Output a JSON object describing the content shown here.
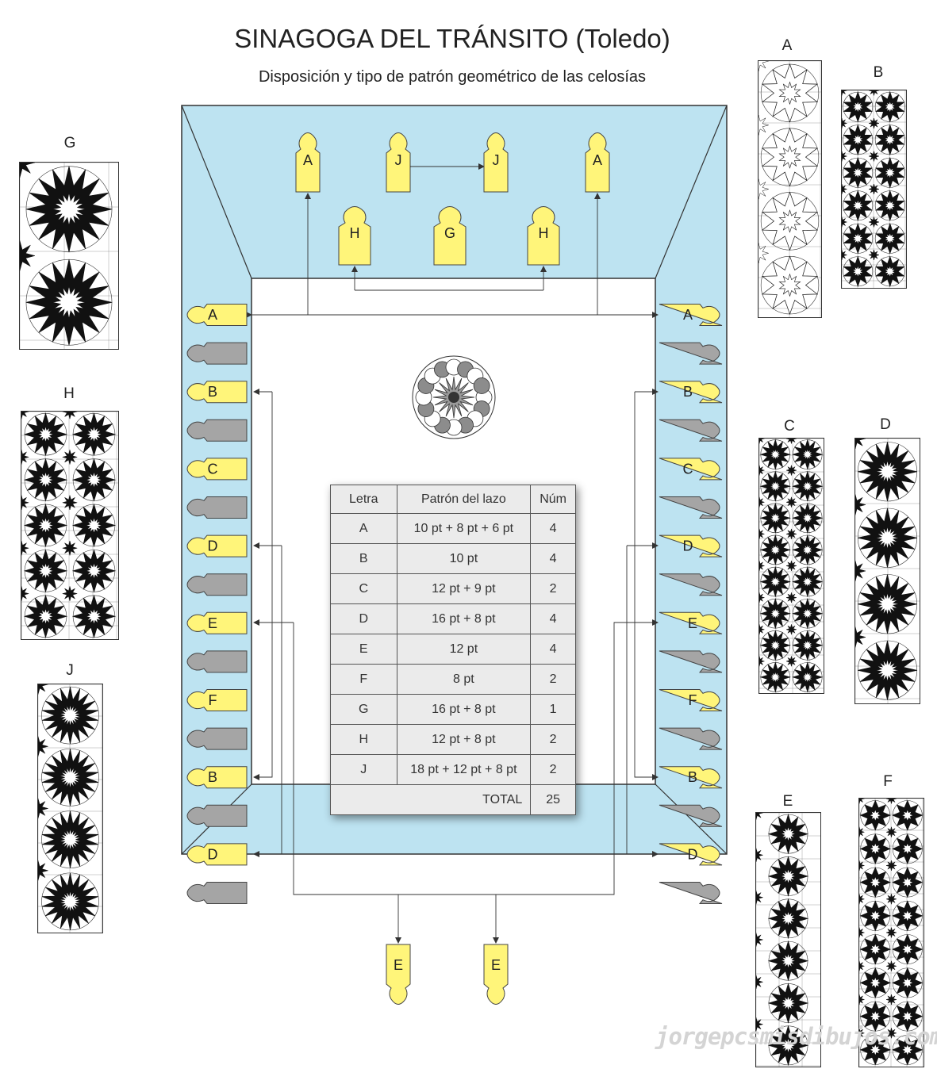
{
  "header": {
    "title": "SINAGOGA DEL TRÁNSITO (Toledo)",
    "subtitle": "Disposición y tipo de patrón geométrico de las celosías"
  },
  "colors": {
    "frame": "#bde3f1",
    "window_active": "#fff57a",
    "window_blank": "#a5a5a5",
    "line": "#333333"
  },
  "plan": {
    "north_top": [
      "A",
      "J",
      "J",
      "A"
    ],
    "north_bottom": [
      "H",
      "G",
      "H"
    ],
    "side_slots": [
      "A",
      "",
      "B",
      "",
      "C",
      "",
      "D",
      "",
      "E",
      "",
      "F",
      "",
      "B",
      "",
      "D",
      ""
    ],
    "south": [
      "E",
      "E"
    ]
  },
  "patterns": [
    {
      "letter": "A",
      "motif": "star-10"
    },
    {
      "letter": "B",
      "motif": "star-10-dense"
    },
    {
      "letter": "C",
      "motif": "star-12"
    },
    {
      "letter": "D",
      "motif": "star-16"
    },
    {
      "letter": "E",
      "motif": "star-12"
    },
    {
      "letter": "F",
      "motif": "star-8"
    },
    {
      "letter": "G",
      "motif": "star-16"
    },
    {
      "letter": "H",
      "motif": "star-12"
    },
    {
      "letter": "J",
      "motif": "star-18"
    }
  ],
  "table": {
    "headers": [
      "Letra",
      "Patrón del lazo",
      "Núm"
    ],
    "rows": [
      [
        "A",
        "10 pt + 8 pt + 6 pt",
        "4"
      ],
      [
        "B",
        "10 pt",
        "4"
      ],
      [
        "C",
        "12 pt + 9 pt",
        "2"
      ],
      [
        "D",
        "16 pt + 8 pt",
        "4"
      ],
      [
        "E",
        "12 pt",
        "4"
      ],
      [
        "F",
        "8 pt",
        "2"
      ],
      [
        "G",
        "16 pt + 8 pt",
        "1"
      ],
      [
        "H",
        "12 pt + 8 pt",
        "2"
      ],
      [
        "J",
        "18 pt + 12 pt + 8 pt",
        "2"
      ]
    ],
    "total_label": "TOTAL",
    "total_value": "25"
  },
  "watermark": "jorgepcsmisdibujos.com"
}
